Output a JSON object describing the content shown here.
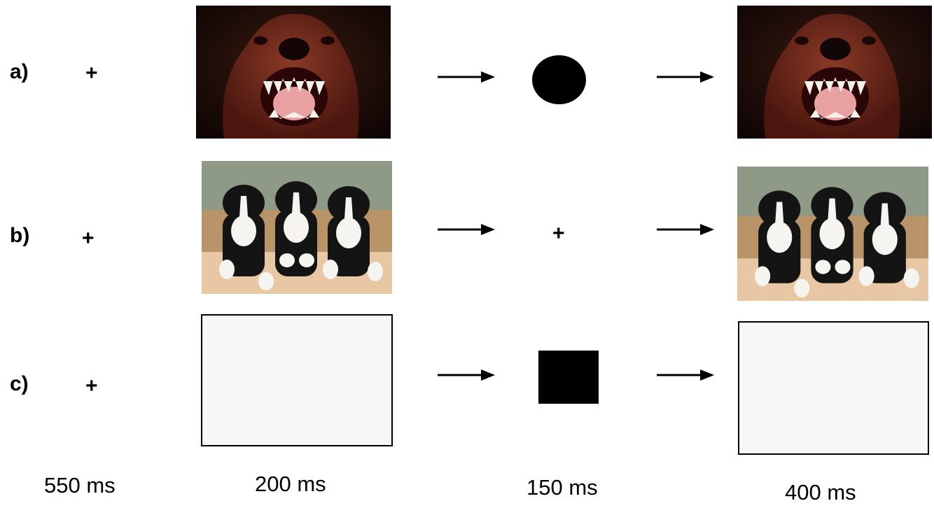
{
  "rows": [
    {
      "label": "a)",
      "fixation": "+",
      "stimulus": "angry-dog-photo",
      "cue": "circle",
      "target": "angry-dog-photo"
    },
    {
      "label": "b)",
      "fixation": "+",
      "stimulus": "puppies-photo",
      "cue": "+",
      "target": "puppies-photo"
    },
    {
      "label": "c)",
      "fixation": "+",
      "stimulus": "blank-frame",
      "cue": "square",
      "target": "blank-frame"
    }
  ],
  "timings": [
    "550 ms",
    "200 ms",
    "150 ms",
    "400 ms"
  ],
  "colors": {
    "ink": "#000000",
    "blank_fill": "#f7f7f7",
    "dog_fur": "#6b2418",
    "dog_bg": "#140806",
    "pup_bg": "#c9a77a"
  }
}
